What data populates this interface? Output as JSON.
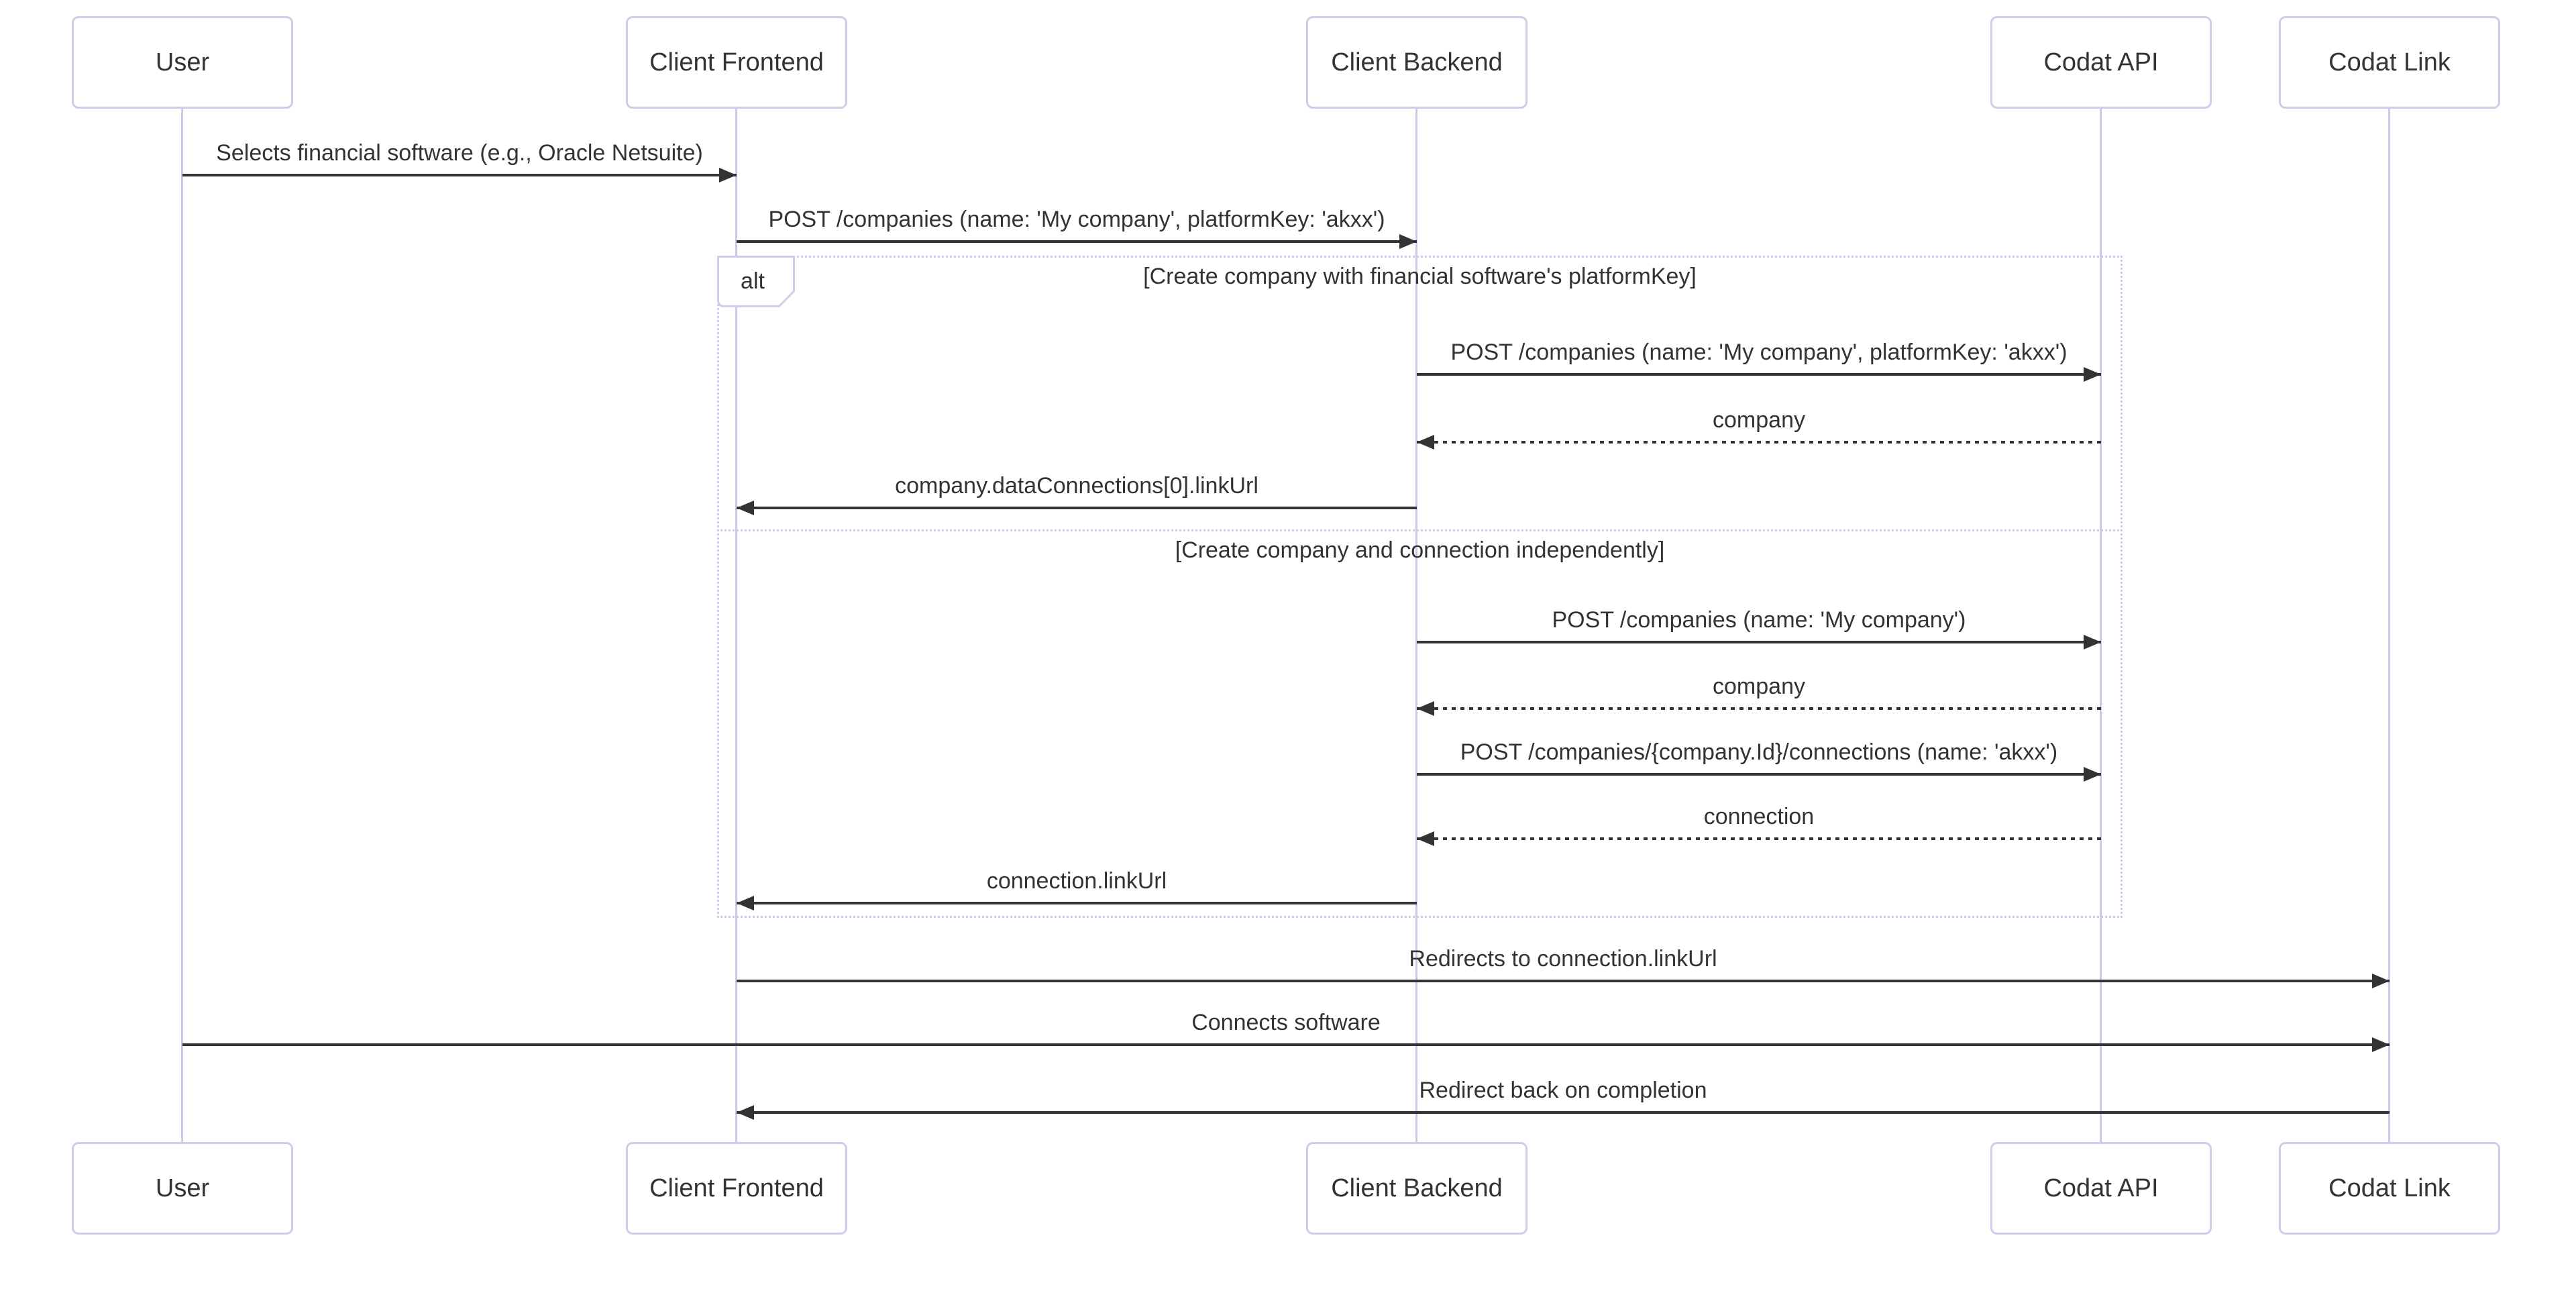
{
  "diagram": {
    "type": "sequence-diagram",
    "actors": [
      {
        "id": "user",
        "label": "User"
      },
      {
        "id": "client-frontend",
        "label": "Client Frontend"
      },
      {
        "id": "client-backend",
        "label": "Client Backend"
      },
      {
        "id": "codat-api",
        "label": "Codat API"
      },
      {
        "id": "codat-link",
        "label": "Codat Link"
      }
    ],
    "alt": {
      "operator": "alt",
      "branches": [
        {
          "condition": "[Create company with financial software's platformKey]"
        },
        {
          "condition": "[Create company and connection independently]"
        }
      ]
    },
    "messages": [
      {
        "from": "User",
        "to": "Client Frontend",
        "label": "Selects financial software (e.g., Oracle Netsuite)",
        "style": "solid"
      },
      {
        "from": "Client Frontend",
        "to": "Client Backend",
        "label": "POST /companies (name: 'My company', platformKey: 'akxx')",
        "style": "solid"
      },
      {
        "from": "Client Backend",
        "to": "Codat API",
        "label": "POST /companies (name: 'My company', platformKey: 'akxx')",
        "style": "solid"
      },
      {
        "from": "Codat API",
        "to": "Client Backend",
        "label": "company",
        "style": "dashed"
      },
      {
        "from": "Client Backend",
        "to": "Client Frontend",
        "label": "company.dataConnections[0].linkUrl",
        "style": "solid"
      },
      {
        "from": "Client Backend",
        "to": "Codat API",
        "label": "POST /companies (name: 'My company')",
        "style": "solid"
      },
      {
        "from": "Codat API",
        "to": "Client Backend",
        "label": "company",
        "style": "dashed"
      },
      {
        "from": "Client Backend",
        "to": "Codat API",
        "label": "POST /companies/{company.Id}/connections (name: 'akxx')",
        "style": "solid"
      },
      {
        "from": "Codat API",
        "to": "Client Backend",
        "label": "connection",
        "style": "dashed"
      },
      {
        "from": "Client Backend",
        "to": "Client Frontend",
        "label": "connection.linkUrl",
        "style": "solid"
      },
      {
        "from": "Client Frontend",
        "to": "Codat Link",
        "label": "Redirects to connection.linkUrl",
        "style": "solid"
      },
      {
        "from": "User",
        "to": "Codat Link",
        "label": "Connects software",
        "style": "solid"
      },
      {
        "from": "Codat Link",
        "to": "Client Frontend",
        "label": "Redirect back on completion",
        "style": "solid"
      }
    ],
    "colors": {
      "actor_border": "#CFCDEC",
      "lifeline": "#CCCAEC",
      "frame_border": "#CCCAEC",
      "arrow": "#333333",
      "text": "#333333",
      "background": "#ffffff"
    }
  }
}
